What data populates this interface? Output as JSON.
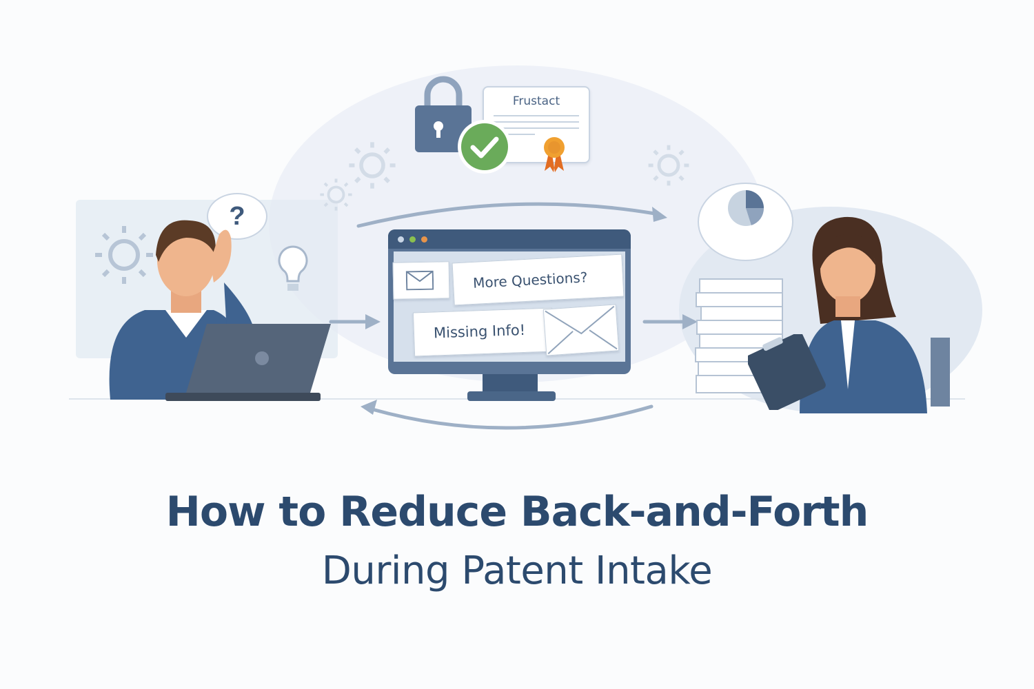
{
  "illustration": {
    "certificate": {
      "label": "Frustact"
    },
    "monitor": {
      "notes": [
        {
          "label": "More Questions?"
        },
        {
          "label": "Missing Info!"
        }
      ],
      "dots": [
        "#c9d6e6",
        "#8ac04f",
        "#e8944a"
      ]
    },
    "speech_bubble_left": {
      "symbol": "?"
    },
    "icons": [
      "lock-icon",
      "checkmark-icon",
      "certificate-icon",
      "award-ribbon-icon",
      "envelope-icon",
      "gear-icon",
      "lightbulb-icon",
      "pie-chart-icon",
      "document-stack-icon",
      "clipboard-icon",
      "laptop-icon"
    ]
  },
  "title": {
    "line1": "How to Reduce Back-and-Forth",
    "line2": "During Patent Intake"
  },
  "colors": {
    "navy": "#2c4a6e",
    "slate": "#5a7496",
    "green": "#6aab5a",
    "orange": "#e8952e",
    "light": "#e9eef5"
  }
}
